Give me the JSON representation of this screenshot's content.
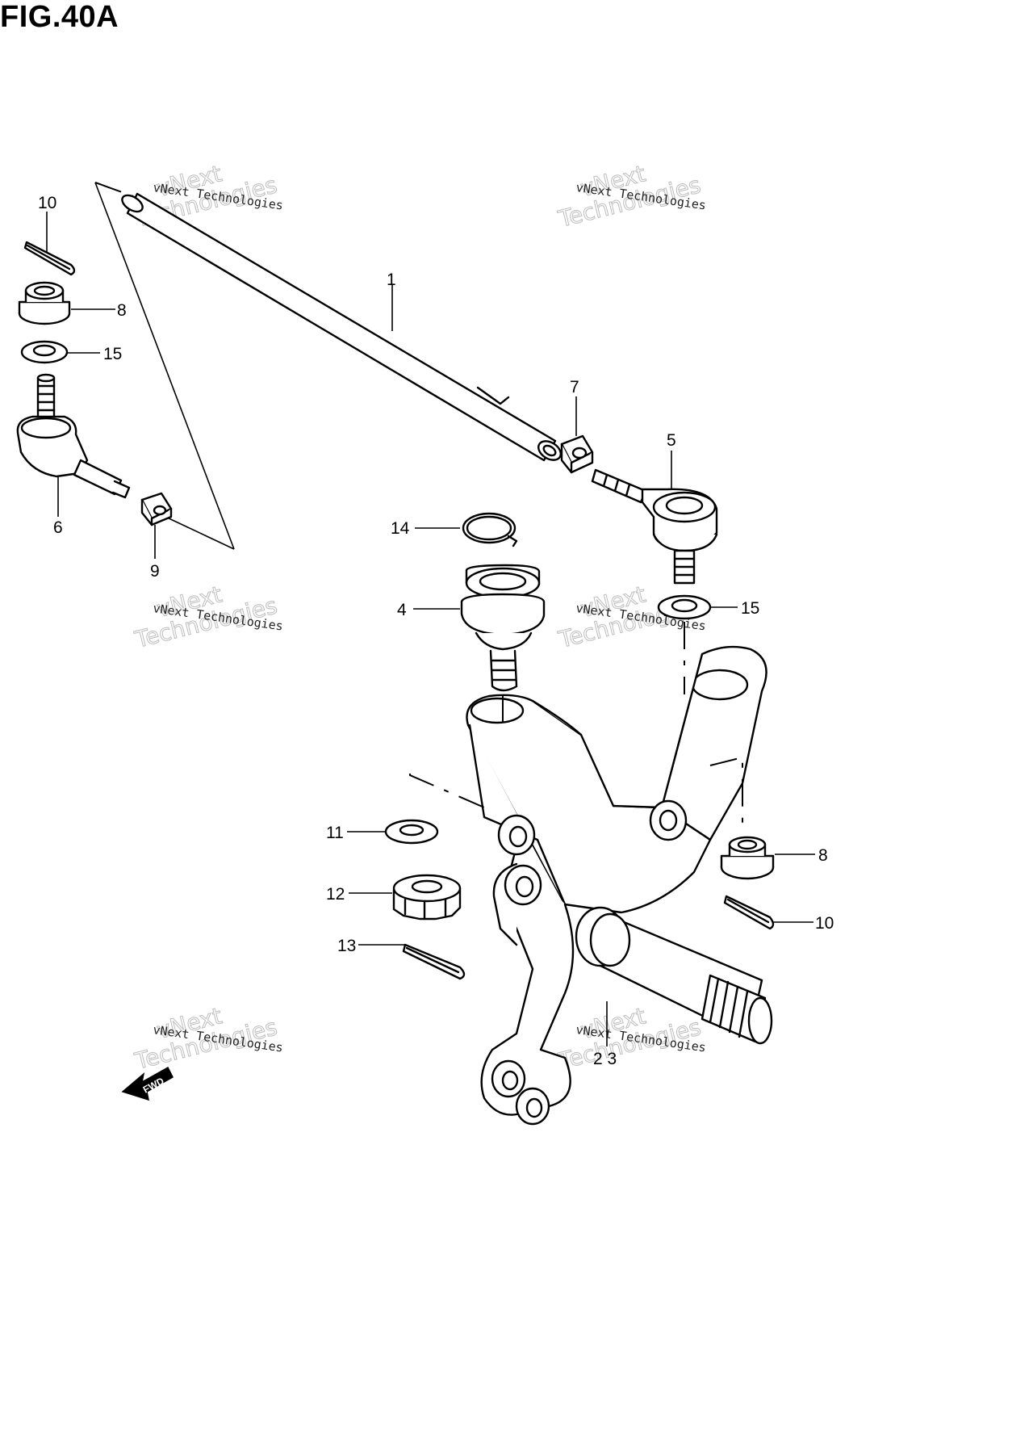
{
  "figure": {
    "title": "FIG.40A"
  },
  "watermark": {
    "line1": "vNext Technologies",
    "line2": "Technologies",
    "line3": "vNext"
  },
  "fwd_label": "FWD",
  "callouts": {
    "c1": "1",
    "c2_3": "2 3",
    "c4": "4",
    "c5": "5",
    "c6": "6",
    "c7": "7",
    "c8_left": "8",
    "c8_right": "8",
    "c9": "9",
    "c10_left": "10",
    "c10_right": "10",
    "c11": "11",
    "c12": "12",
    "c13": "13",
    "c14": "14",
    "c15_left": "15",
    "c15_right": "15"
  }
}
